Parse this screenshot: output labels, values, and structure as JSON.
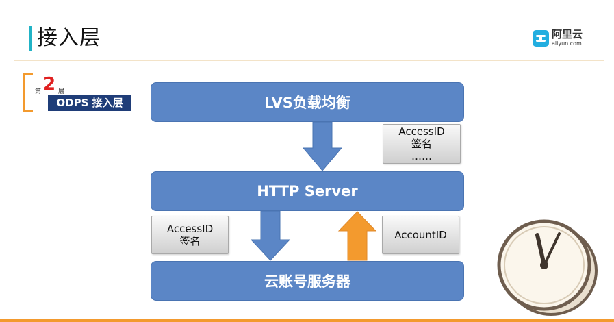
{
  "slide": {
    "title": "接入层"
  },
  "logo": {
    "cn": "阿里云",
    "en": "aliyun.com"
  },
  "badge": {
    "prefix": "第",
    "number": "2",
    "suffix": "层",
    "label": "ODPS 接入层"
  },
  "layers": {
    "lvs": "LVS负载均衡",
    "http": "HTTP Server",
    "account": "云账号服务器"
  },
  "notes": {
    "right_top": [
      "AccessID",
      "签名",
      "……"
    ],
    "left_mid": [
      "AccessID",
      "签名"
    ],
    "right_mid": [
      "AccountID"
    ]
  },
  "colors": {
    "accent": "#21b3c6",
    "layer_box": "#5b86c6",
    "arrow_down": "#5b86c6",
    "arrow_up": "#f39a2e",
    "badge_number": "#e02020",
    "badge_label_bg": "#1f3d78",
    "logo": "#23aee0"
  },
  "icons": {
    "logo": "aliyun-cloud-logo-icon",
    "clock": "clock-icon"
  }
}
